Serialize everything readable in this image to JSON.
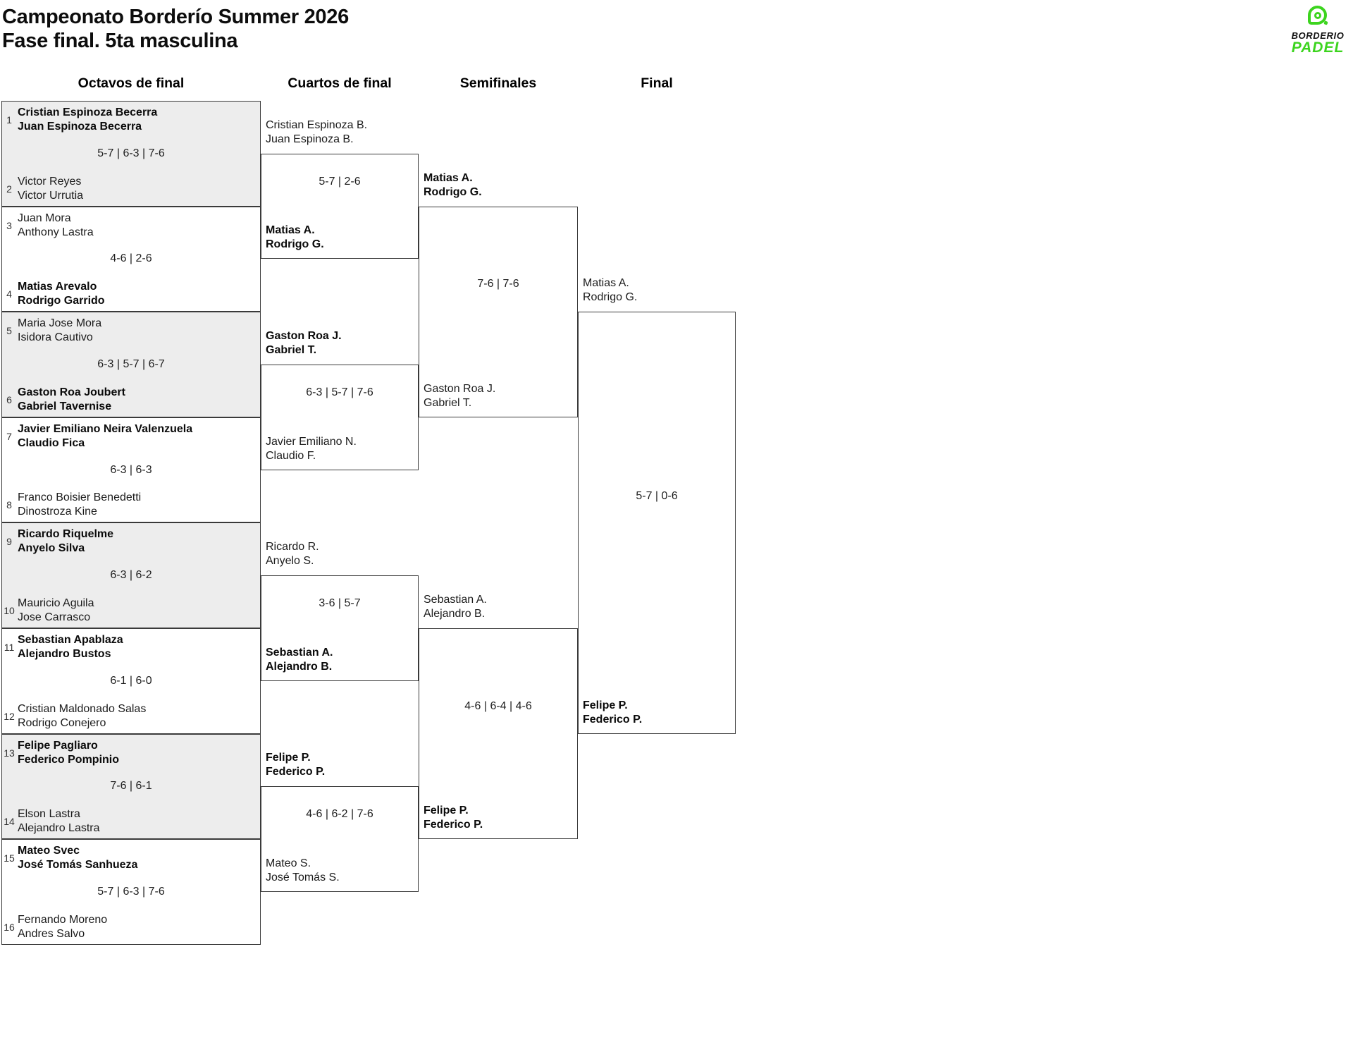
{
  "page": {
    "title": "Campeonato Borderío Summer 2026",
    "subtitle": "Fase final. 5ta masculina"
  },
  "logo": {
    "brand_top": "BORDERIO",
    "brand_bottom": "PADEL",
    "green": "#3cd41e"
  },
  "colors": {
    "box_fill_alt": "#ededed",
    "box_border": "#3a3a3a",
    "text": "#161616"
  },
  "round_headers": [
    "Octavos de final",
    "Cuartos de final",
    "Semifinales",
    "Final"
  ],
  "chart_data": {
    "type": "table",
    "title": "Campeonato Borderío Summer 2026 — Fase final. 5ta masculina",
    "rounds": [
      "Octavos de final",
      "Cuartos de final",
      "Semifinales",
      "Final"
    ],
    "champion": "Felipe P. / Federico P."
  },
  "bracket": {
    "octavos": [
      {
        "seed_top": "1",
        "seed_bottom": "2",
        "top": {
          "line1": "Cristian Espinoza Becerra",
          "line2": "Juan Espinoza Becerra",
          "winner": true
        },
        "score": "5-7 | 6-3 | 7-6",
        "bottom": {
          "line1": "Victor Reyes",
          "line2": "Victor Urrutia",
          "winner": false
        }
      },
      {
        "seed_top": "3",
        "seed_bottom": "4",
        "top": {
          "line1": "Juan Mora",
          "line2": "Anthony Lastra",
          "winner": false
        },
        "score": "4-6 | 2-6",
        "bottom": {
          "line1": "Matias Arevalo",
          "line2": "Rodrigo Garrido",
          "winner": true
        }
      },
      {
        "seed_top": "5",
        "seed_bottom": "6",
        "top": {
          "line1": "Maria Jose Mora",
          "line2": "Isidora Cautivo",
          "winner": false
        },
        "score": "6-3 | 5-7 | 6-7",
        "bottom": {
          "line1": "Gaston Roa Joubert",
          "line2": "Gabriel Tavernise",
          "winner": true
        }
      },
      {
        "seed_top": "7",
        "seed_bottom": "8",
        "top": {
          "line1": "Javier Emiliano Neira Valenzuela",
          "line2": "Claudio Fica",
          "winner": true
        },
        "score": "6-3 | 6-3",
        "bottom": {
          "line1": "Franco Boisier Benedetti",
          "line2": "Dinostroza Kine",
          "winner": false
        }
      },
      {
        "seed_top": "9",
        "seed_bottom": "10",
        "top": {
          "line1": "Ricardo Riquelme",
          "line2": "Anyelo Silva",
          "winner": true
        },
        "score": "6-3 | 6-2",
        "bottom": {
          "line1": "Mauricio Aguila",
          "line2": "Jose Carrasco",
          "winner": false
        }
      },
      {
        "seed_top": "11",
        "seed_bottom": "12",
        "top": {
          "line1": "Sebastian Apablaza",
          "line2": "Alejandro Bustos",
          "winner": true
        },
        "score": "6-1 | 6-0",
        "bottom": {
          "line1": "Cristian Maldonado Salas",
          "line2": "Rodrigo Conejero",
          "winner": false
        }
      },
      {
        "seed_top": "13",
        "seed_bottom": "14",
        "top": {
          "line1": "Felipe Pagliaro",
          "line2": "Federico Pompinio",
          "winner": true
        },
        "score": "7-6 | 6-1",
        "bottom": {
          "line1": "Elson Lastra",
          "line2": "Alejandro Lastra",
          "winner": false
        }
      },
      {
        "seed_top": "15",
        "seed_bottom": "16",
        "top": {
          "line1": "Mateo Svec",
          "line2": "José Tomás Sanhueza",
          "winner": true
        },
        "score": "5-7 | 6-3 | 7-6",
        "bottom": {
          "line1": "Fernando Moreno",
          "line2": "Andres Salvo",
          "winner": false
        }
      }
    ],
    "cuartos": [
      {
        "top": {
          "line1": "Cristian Espinoza B.",
          "line2": "Juan Espinoza B.",
          "winner": false
        },
        "score": "5-7 | 2-6",
        "bottom": {
          "line1": "Matias A.",
          "line2": "Rodrigo G.",
          "winner": true
        }
      },
      {
        "top": {
          "line1": "Gaston Roa J.",
          "line2": "Gabriel T.",
          "winner": true
        },
        "score": "6-3 | 5-7 | 7-6",
        "bottom": {
          "line1": "Javier Emiliano N.",
          "line2": "Claudio F.",
          "winner": false
        }
      },
      {
        "top": {
          "line1": "Ricardo R.",
          "line2": "Anyelo S.",
          "winner": false
        },
        "score": "3-6 | 5-7",
        "bottom": {
          "line1": "Sebastian A.",
          "line2": "Alejandro B.",
          "winner": true
        }
      },
      {
        "top": {
          "line1": "Felipe P.",
          "line2": "Federico P.",
          "winner": true
        },
        "score": "4-6 | 6-2 | 7-6",
        "bottom": {
          "line1": "Mateo S.",
          "line2": "José Tomás S.",
          "winner": false
        }
      }
    ],
    "semifinales": [
      {
        "top": {
          "line1": "Matias A.",
          "line2": "Rodrigo G.",
          "winner": true
        },
        "score": "7-6 | 7-6",
        "bottom": {
          "line1": "Gaston Roa J.",
          "line2": "Gabriel T.",
          "winner": false
        }
      },
      {
        "top": {
          "line1": "Sebastian A.",
          "line2": "Alejandro B.",
          "winner": false
        },
        "score": "4-6 | 6-4 | 4-6",
        "bottom": {
          "line1": "Felipe P.",
          "line2": "Federico P.",
          "winner": true
        }
      }
    ],
    "final": [
      {
        "top": {
          "line1": "Matias A.",
          "line2": "Rodrigo G.",
          "winner": false
        },
        "score": "5-7 | 0-6",
        "bottom": {
          "line1": "Felipe P.",
          "line2": "Federico P.",
          "winner": true
        }
      }
    ]
  }
}
